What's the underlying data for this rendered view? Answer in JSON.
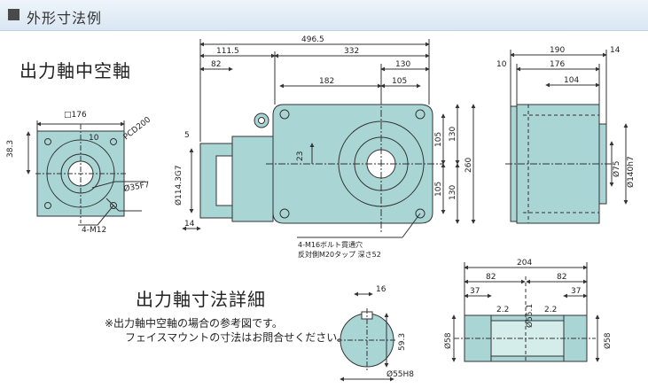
{
  "header": {
    "title": "外形寸法例"
  },
  "section_main": {
    "title": "出力軸中空軸"
  },
  "section_shaft": {
    "title": "出力軸寸法詳細"
  },
  "note": {
    "line1": "※出力軸中空軸の場合の参考図です。",
    "line2": "フェイスマウントの寸法はお問合せください。"
  },
  "colors": {
    "part": "#a9d6d4",
    "line": "#333333",
    "header_band": "#dde8f3"
  },
  "drawing": {
    "front": {
      "square": "□176",
      "dim_10": "10",
      "dim_38_3": "38.3",
      "pcd": "PCD200",
      "bore": "Ø35F7",
      "holes": "4-M12"
    },
    "side": {
      "overall": "496.5",
      "d111_5": "111.5",
      "d332": "332",
      "d82": "82",
      "d130": "130",
      "d182": "182",
      "d105": "105",
      "d5": "5",
      "d114": "Ø114.3G7",
      "d23": "23",
      "d14": "14",
      "v105a": "105",
      "v105b": "105",
      "v130a": "130",
      "v130b": "130",
      "v260": "260",
      "bolt_note_1": "4-M16ボルト貫通穴",
      "bolt_note_2": "反対側M20タップ 深さ52"
    },
    "end": {
      "d190": "190",
      "d10": "10",
      "d14": "14",
      "d176": "176",
      "d104": "104",
      "d75": "Ø75",
      "d140": "Ø140h7"
    },
    "shaft_end": {
      "d16": "16",
      "d59_3": "59.3",
      "d55h8": "Ø55H8"
    },
    "shaft_side": {
      "d204": "204",
      "d82a": "82",
      "d82b": "82",
      "d37a": "37",
      "d37b": "37",
      "d2_2a": "2.2",
      "d2_2b": "2.2",
      "d55_1": "Ø55.1",
      "d58a": "Ø58",
      "d58b": "Ø58"
    }
  }
}
